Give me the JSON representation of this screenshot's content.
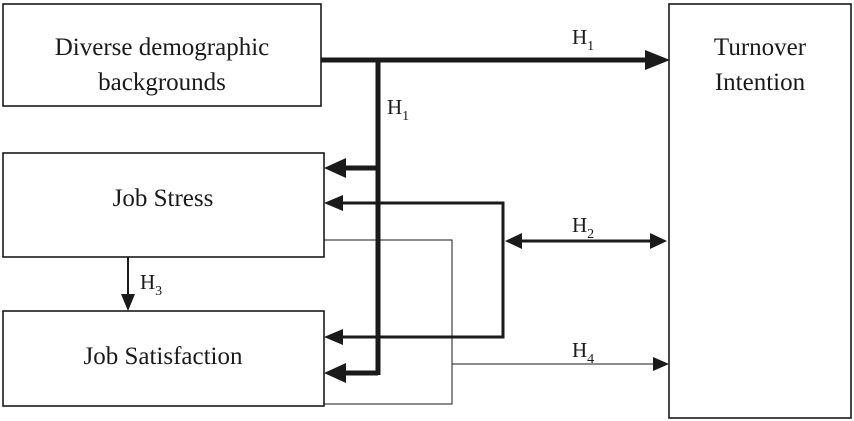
{
  "nodes": {
    "demographics": {
      "line1": "Diverse demographic",
      "line2": "backgrounds"
    },
    "turnover": {
      "line1": "Turnover",
      "line2": "Intention"
    },
    "job_stress": {
      "label": "Job Stress"
    },
    "job_satisfaction": {
      "label": "Job Satisfaction"
    }
  },
  "hypotheses": {
    "h1_top": {
      "letter": "H",
      "sub": "1"
    },
    "h1_mid": {
      "letter": "H",
      "sub": "1"
    },
    "h2": {
      "letter": "H",
      "sub": "2"
    },
    "h3": {
      "letter": "H",
      "sub": "3"
    },
    "h4": {
      "letter": "H",
      "sub": "4"
    }
  }
}
